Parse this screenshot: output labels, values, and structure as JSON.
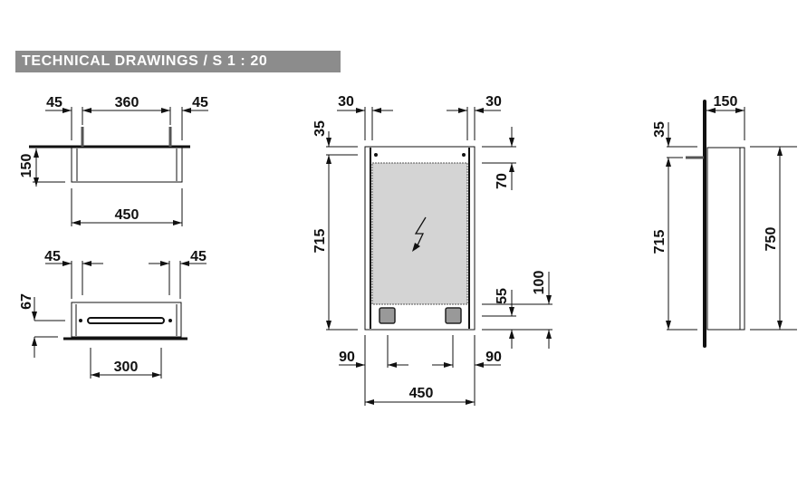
{
  "title": "TECHNICAL DRAWINGS / S 1 : 20",
  "top_view": {
    "left_offset": "45",
    "anchor_spacing": "360",
    "right_offset": "45",
    "depth": "150",
    "width": "450"
  },
  "bottom_view": {
    "left_offset": "45",
    "right_offset": "45",
    "height": "67",
    "slot_width": "300"
  },
  "front_view": {
    "left_margin": "30",
    "right_margin": "30",
    "top_offset": "35",
    "height_715": "715",
    "top_band": "70",
    "bottom_55": "55",
    "bottom_100": "100",
    "left_90": "90",
    "right_90": "90",
    "width": "450"
  },
  "side_view": {
    "depth": "150",
    "top_offset": "35",
    "height_715": "715",
    "height_750": "750"
  },
  "colors": {
    "title_bg": "#8c8c8c",
    "panel": "#d4d4d4",
    "socket": "#999999"
  }
}
